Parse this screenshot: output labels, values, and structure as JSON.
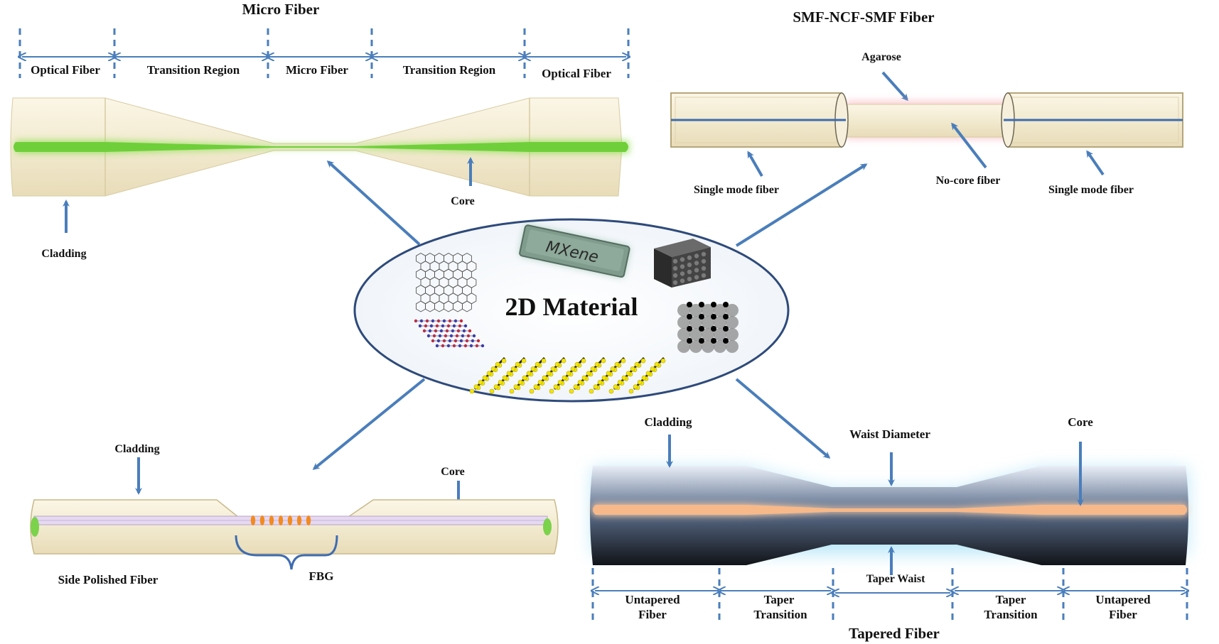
{
  "center": {
    "title": "2D Material",
    "mxene": "MXene"
  },
  "micro_fiber": {
    "title": "Micro Fiber",
    "regions": [
      "Optical Fiber",
      "Transition Region",
      "Micro Fiber",
      "Transition Region",
      "Optical Fiber"
    ],
    "core": "Core",
    "cladding": "Cladding"
  },
  "smf_ncf": {
    "title": "SMF-NCF-SMF Fiber",
    "agarose": "Agarose",
    "smf_left": "Single mode fiber",
    "ncf": "No-core fiber",
    "smf_right": "Single mode fiber"
  },
  "side_polished": {
    "title": "Side Polished Fiber",
    "cladding": "Cladding",
    "core": "Core",
    "fbg": "FBG"
  },
  "tapered": {
    "title": "Tapered Fiber",
    "cladding": "Cladding",
    "waist_diameter": "Waist Diameter",
    "core": "Core",
    "taper_waist": "Taper Waist",
    "regions": [
      {
        "l1": "Untapered",
        "l2": "Fiber"
      },
      {
        "l1": "Taper",
        "l2": "Transition"
      },
      {
        "l1": "",
        "l2": ""
      },
      {
        "l1": "Taper",
        "l2": "Transition"
      },
      {
        "l1": "Untapered",
        "l2": "Fiber"
      }
    ]
  },
  "colors": {
    "arrow": "#4a7ebb",
    "cream": "#f2ead0",
    "green_core": "#6fcf3a",
    "orange_core": "#f7b98a",
    "ellipse_stroke": "#2e4a7a"
  }
}
